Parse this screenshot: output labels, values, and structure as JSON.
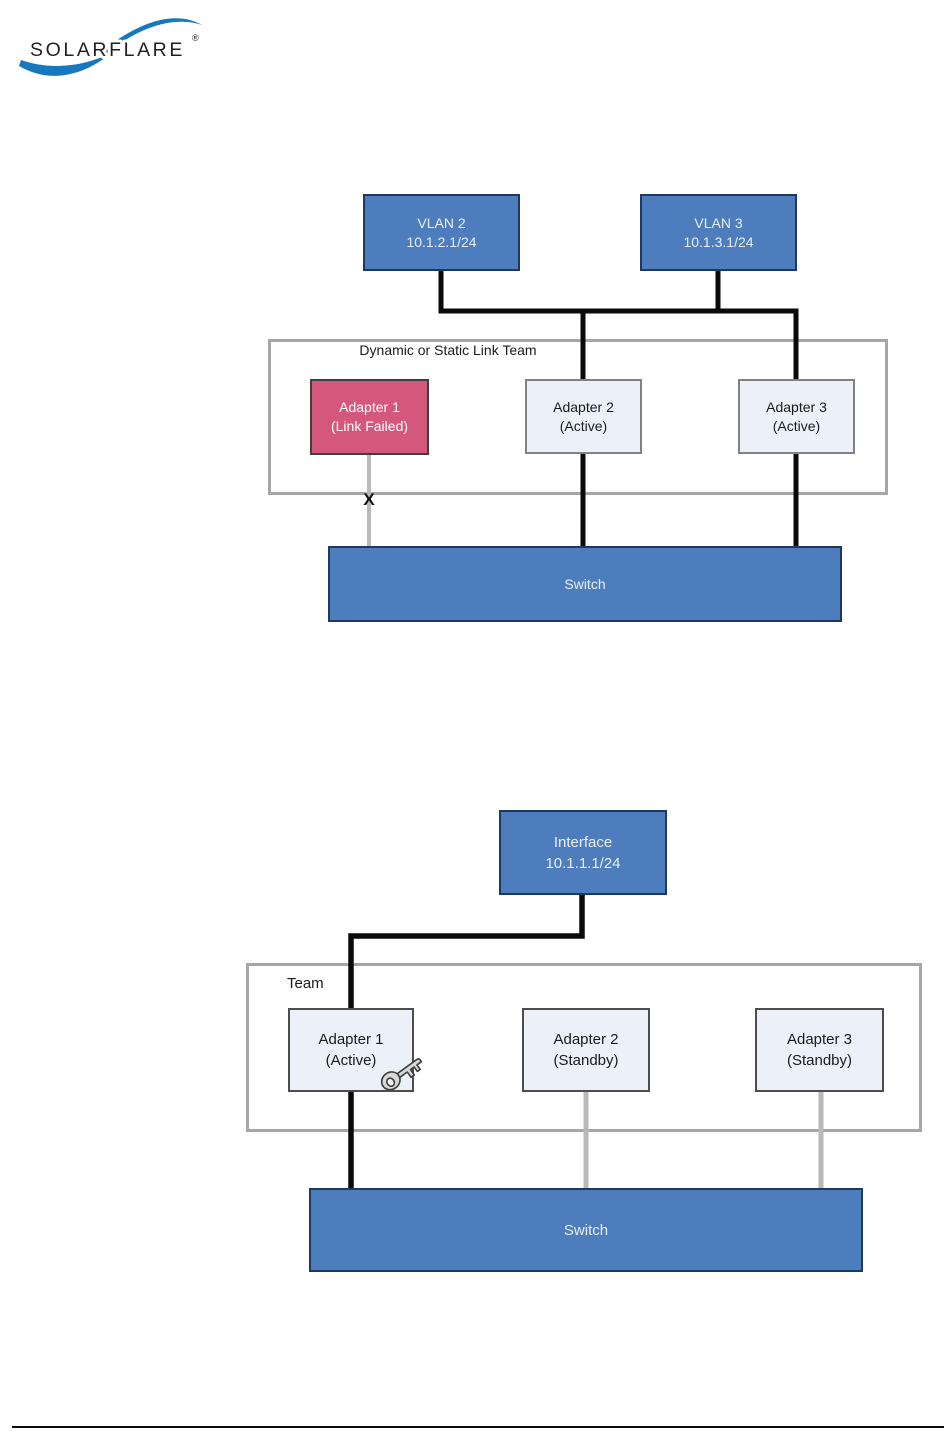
{
  "logo": {
    "brand": "SOLARFLARE",
    "registered_mark": "®"
  },
  "top": {
    "vlan2": {
      "line1": "VLAN 2",
      "line2": "10.1.2.1/24"
    },
    "vlan3": {
      "line1": "VLAN 3",
      "line2": "10.1.3.1/24"
    },
    "team_label_line1": "Dynamic or Static",
    "team_label_line2": "Link Team",
    "adapter1": {
      "line1": "Adapter 1",
      "line2": "(Link Failed)"
    },
    "adapter2": {
      "line1": "Adapter 2",
      "line2": "(Active)"
    },
    "adapter3": {
      "line1": "Adapter 3",
      "line2": "(Active)"
    },
    "failed_mark": "X",
    "switch_label": "Switch"
  },
  "bottom": {
    "interface": {
      "line1": "Interface",
      "line2": "10.1.1.1/24"
    },
    "team_label": "Team",
    "adapter1": {
      "line1": "Adapter 1",
      "line2": "(Active)"
    },
    "adapter2": {
      "line1": "Adapter 2",
      "line2": "(Standby)"
    },
    "adapter3": {
      "line1": "Adapter 3",
      "line2": "(Standby)"
    },
    "switch_label": "Switch",
    "active_key_icon": "key-icon"
  },
  "colors": {
    "brand_blue": "#1778be",
    "node_blue": "#4e7dbe",
    "node_blue_border": "#1c3a5f",
    "node_text_light": "#e9eef6",
    "failed_pink": "#d4587c",
    "failed_border": "#3f3f3f",
    "adapter_light": "#ecf1f9",
    "adapter_border_top": "#828282",
    "adapter_border_bottom": "#4d4d4d",
    "team_border": "#a6a6a6",
    "line_black": "#0a0a0a",
    "line_gray": "#b9b9b9",
    "key_silver": "#d8d8d8",
    "text_dark": "#1a1a1a",
    "rule_black": "#0a0a0a"
  }
}
